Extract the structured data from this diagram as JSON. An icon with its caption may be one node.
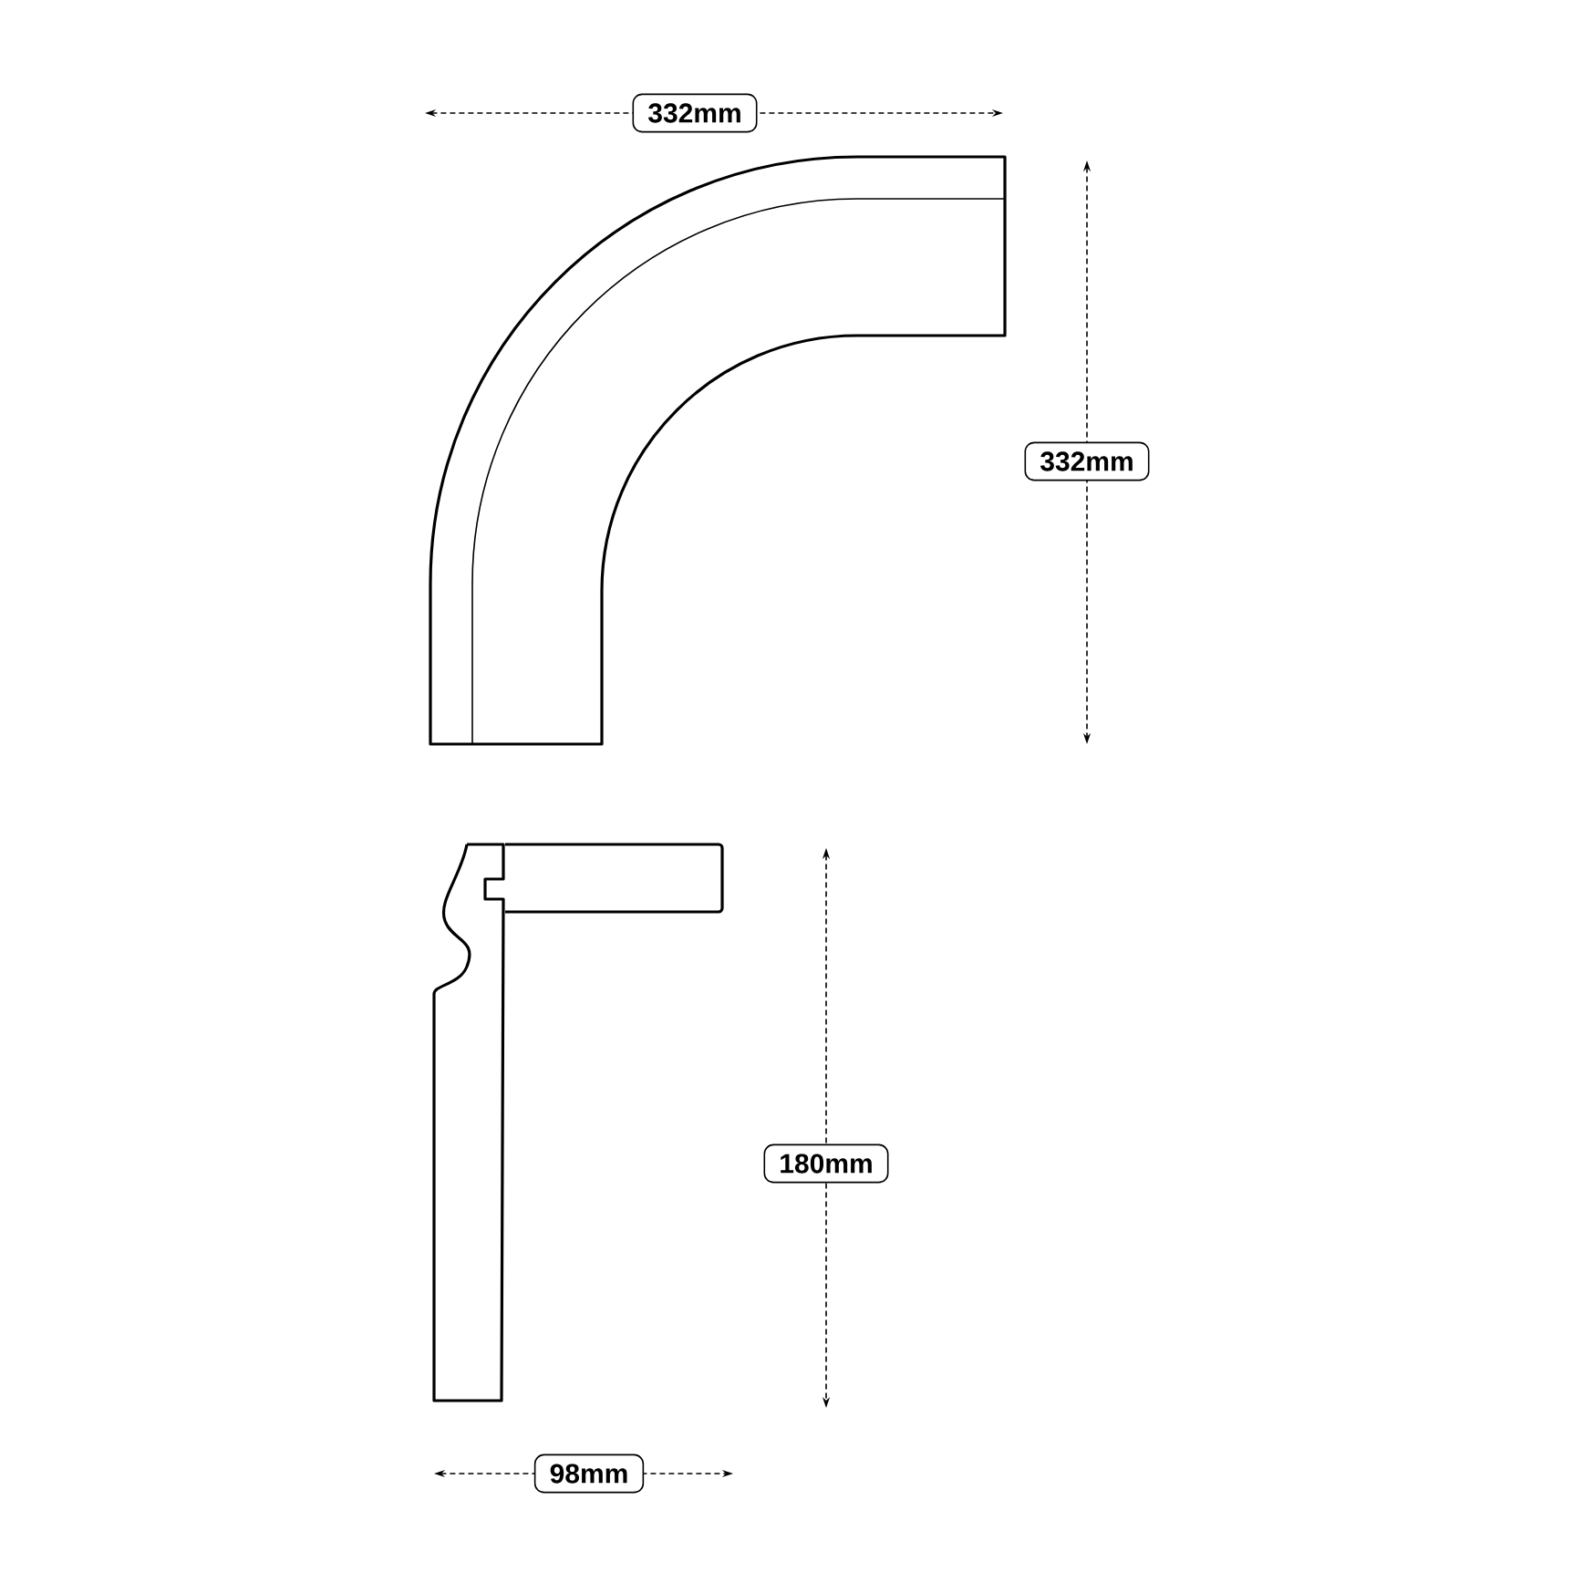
{
  "diagram": {
    "labels": [
      "332mm",
      "332mm",
      "180mm",
      "98mm"
    ]
  }
}
